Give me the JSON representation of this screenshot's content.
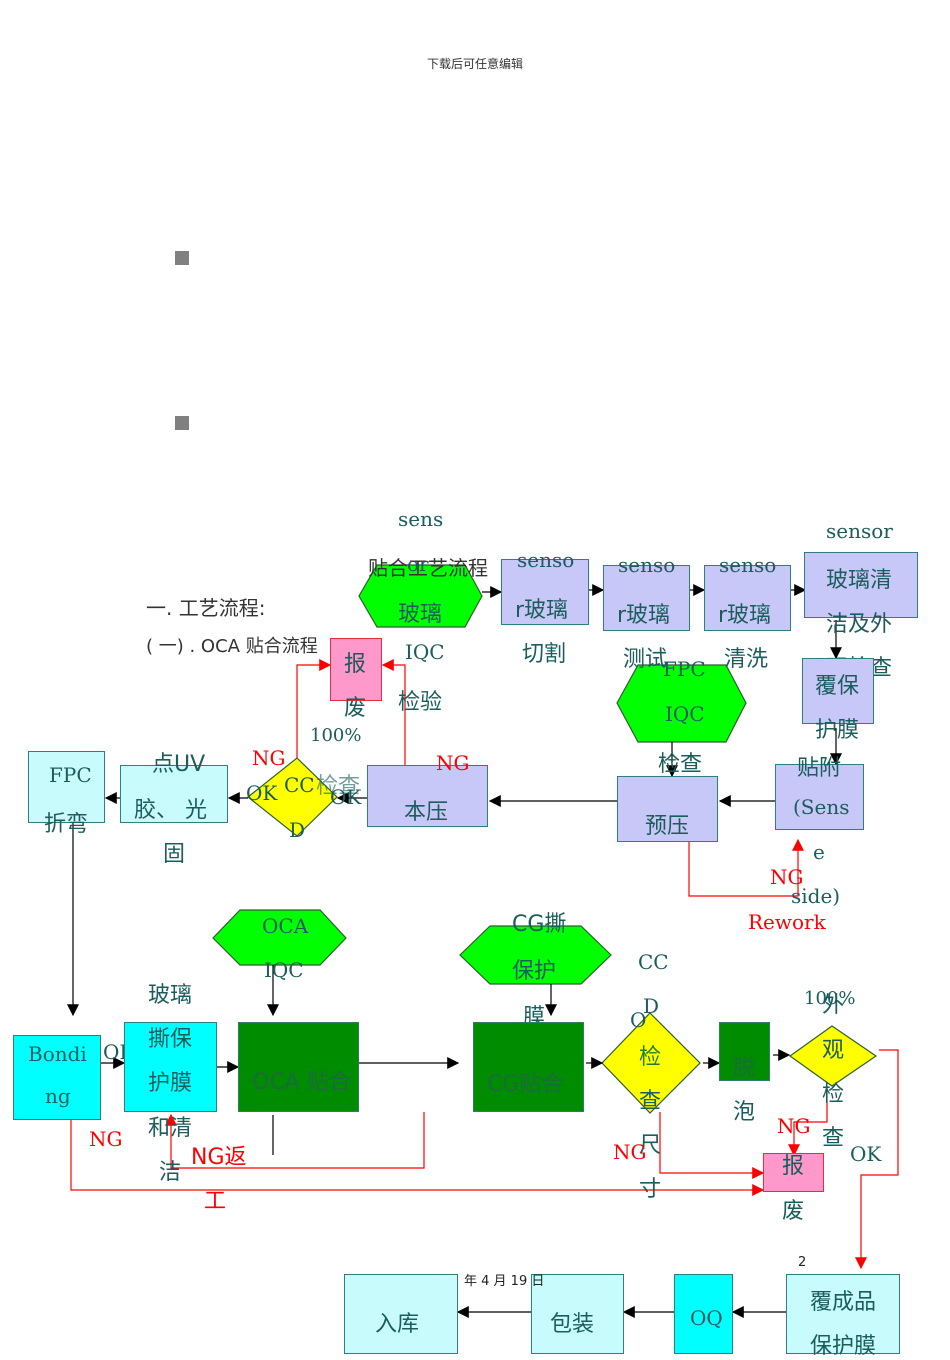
{
  "page": {
    "header_note": "下载后可任意编辑",
    "section_title": "一. 工艺流程:",
    "subsection_title": "( 一) . OCA 贴合流程",
    "overlap_title": "贴合工艺流程",
    "footer_date": "年 4 月 19 日",
    "page_number": "2"
  },
  "colors": {
    "process_lavender": "#c8c8f8",
    "process_light_cyan": "#c8fcfc",
    "process_cyan": "#00ffff",
    "process_dark_green": "#008c00",
    "inspection_hexagon": "#00ff00",
    "decision_diamond": "#ffff00",
    "scrap_pink": "#ff99cc",
    "ng_line": "#ff0000",
    "text_teal": "#1b5c5c"
  },
  "flow": {
    "sensor_iqc": {
      "l1": "sens",
      "l2": "or",
      "l3": "玻璃",
      "l4": "IQC",
      "l5": "检验"
    },
    "sensor_cut": {
      "l1": "senso",
      "l2": "r玻璃",
      "l3": "切割"
    },
    "sensor_test": {
      "l1": "senso",
      "l2": "r玻璃",
      "l3": "测试"
    },
    "sensor_clean": {
      "l1": "senso",
      "l2": "r玻璃",
      "l3": "清洗"
    },
    "sensor_clean_inspect": {
      "l1": "sensor",
      "l2": "玻璃清",
      "l3": "洁及外",
      "l4": "观检查"
    },
    "protect_film": {
      "l1": "覆保",
      "l2": "护膜"
    },
    "fpc_iqc": {
      "l1": "FPC",
      "l2": "IQC",
      "l3": "检查"
    },
    "attach_sensor": {
      "l1": "贴附",
      "l2": "(Sens",
      "l3": "e",
      "l4": "side)"
    },
    "pre_press": {
      "label": "预压"
    },
    "main_press": {
      "label": "本压"
    },
    "scrap_top": {
      "l1": "报",
      "l2": "废"
    },
    "ccd_check_1": {
      "l1": "CC",
      "l2": "D",
      "l3": "100%",
      "l4": "检查"
    },
    "uv_cure": {
      "l1": "点UV",
      "l2": "胶、 光",
      "l3": "固"
    },
    "fpc_bend": {
      "l1": "FPC",
      "l2": "折弯"
    },
    "bonding": {
      "l1": "Bondi",
      "l2": "ng"
    },
    "glass_peel_clean": {
      "l0": "玻璃",
      "l1": "撕保",
      "l2": "护膜",
      "l3": "和清",
      "l4": "洁"
    },
    "oca_iqc": {
      "l1": "OCA",
      "l2": "IQC"
    },
    "oca_laminate": {
      "label": "OCA 贴合"
    },
    "cg_peel": {
      "l1": "CG撕",
      "l2": "保护",
      "l3": "膜"
    },
    "cg_laminate": {
      "label": "CG贴合"
    },
    "ccd_size": {
      "l1": "CC",
      "l2": "D",
      "l3": "O",
      "l4": "检",
      "l5": "查",
      "l6": "尺",
      "l7": "寸"
    },
    "defoam": {
      "l1": "脱",
      "l2": "泡"
    },
    "visual_check": {
      "l0": "100%",
      "l1": "外",
      "l2": "观",
      "l3": "检",
      "l4": "查"
    },
    "scrap_bottom": {
      "l1": "报",
      "l2": "废"
    },
    "final_film": {
      "l1": "覆成品",
      "l2": "保护膜"
    },
    "oq": {
      "label": "OQ"
    },
    "packing": {
      "label": "包装"
    },
    "warehouse": {
      "label": "入库"
    }
  },
  "labels": {
    "ng": "NG",
    "ok": "OK",
    "rework": "Rework",
    "ng_rework_l1": "NG返",
    "ng_rework_l2": "工"
  }
}
